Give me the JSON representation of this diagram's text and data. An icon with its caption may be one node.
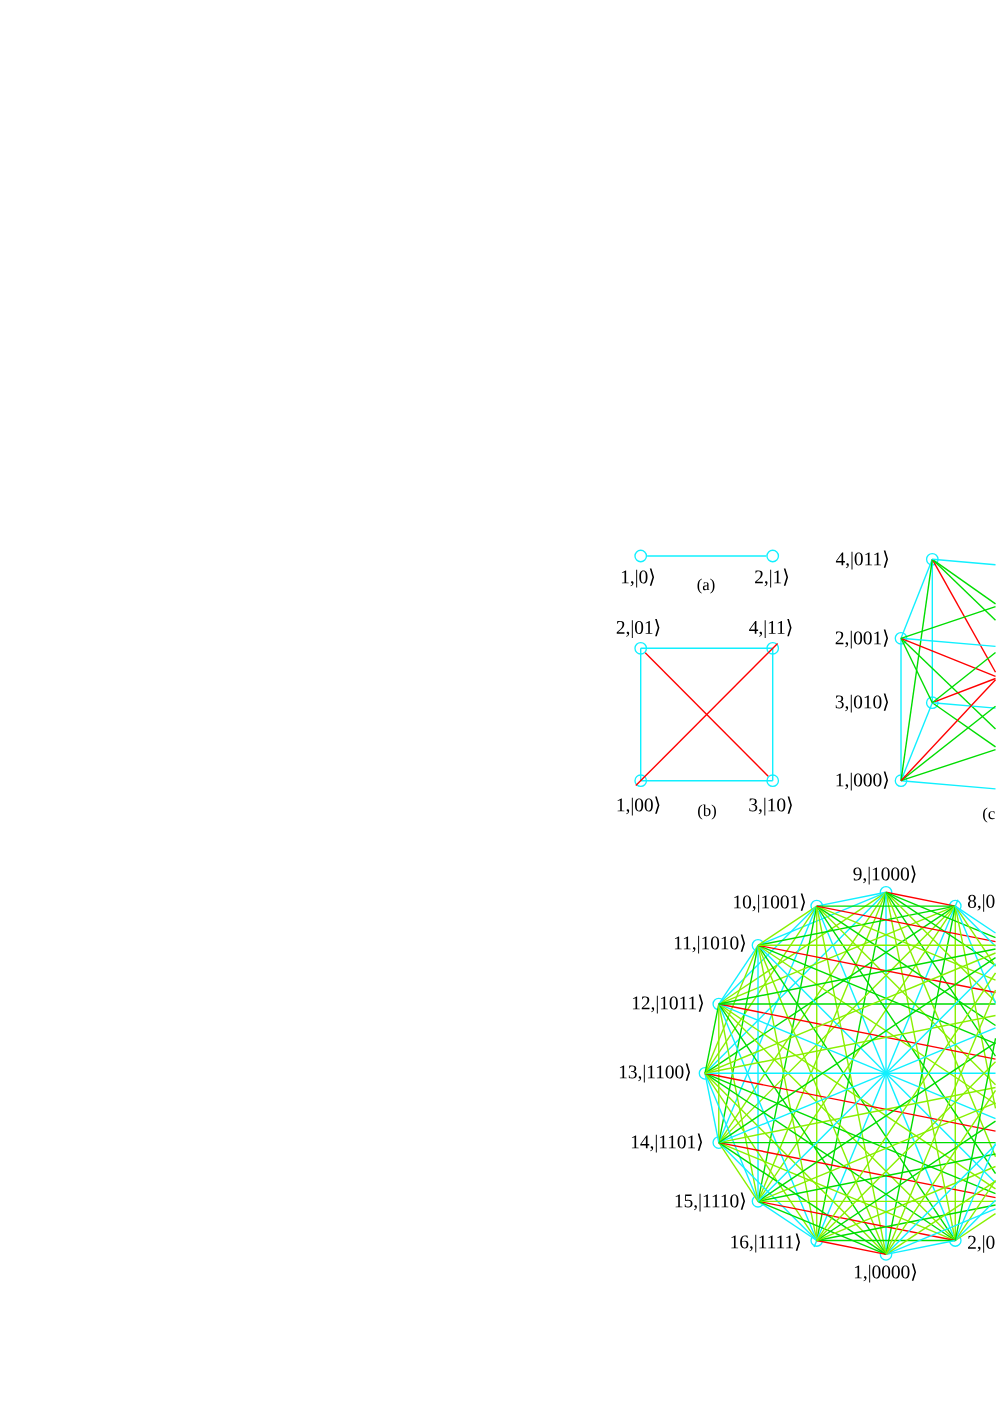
{
  "diagram": {
    "nodes": [
      {
        "text": [],
        "shape": "circle",
        "beside": [
          "1,|0⟩"
        ]
      },
      {
        "text": [],
        "shape": "circle",
        "beside": [
          "2,|1⟩"
        ]
      },
      {
        "text": [],
        "shape": "circle",
        "beside": [
          "2,|01⟩"
        ]
      },
      {
        "text": [],
        "shape": "circle",
        "beside": [
          "4,|11⟩"
        ]
      },
      {
        "text": [],
        "shape": "circle",
        "beside": [
          "1,|00⟩"
        ]
      },
      {
        "text": [],
        "shape": "circle",
        "beside": [
          "3,|10⟩"
        ]
      },
      {
        "text": [],
        "shape": "circle",
        "beside": [
          "4,|011⟩"
        ]
      },
      {
        "text": [],
        "shape": "circle",
        "beside": [
          "2,|001⟩"
        ]
      },
      {
        "text": [],
        "shape": "circle",
        "beside": [
          "3,|010⟩"
        ]
      },
      {
        "text": [],
        "shape": "circle",
        "beside": [
          "1,|000⟩"
        ]
      },
      {
        "text": [],
        "shape": "circle",
        "beside": [
          "9,|1000⟩"
        ]
      },
      {
        "text": [],
        "shape": "circle",
        "beside": [
          "10,|1001⟩"
        ]
      },
      {
        "text": [],
        "shape": "circle",
        "beside": [
          "8,|0"
        ]
      },
      {
        "text": [],
        "shape": "circle",
        "beside": [
          "11,|1010⟩"
        ]
      },
      {
        "text": [],
        "shape": "circle",
        "beside": [
          "12,|1011⟩"
        ]
      },
      {
        "text": [],
        "shape": "circle",
        "beside": [
          "13,|1100⟩"
        ]
      },
      {
        "text": [],
        "shape": "circle",
        "beside": [
          "14,|1101⟩"
        ]
      },
      {
        "text": [],
        "shape": "circle",
        "beside": [
          "15,|1110⟩"
        ]
      },
      {
        "text": [],
        "shape": "circle",
        "beside": [
          "16,|1111⟩"
        ]
      },
      {
        "text": [],
        "shape": "circle",
        "beside": [
          "2,|0"
        ]
      },
      {
        "text": [],
        "shape": "circle",
        "beside": [
          "1,|0000⟩"
        ]
      }
    ],
    "edges": [
      {
        "from": 0,
        "to": 1,
        "arrow": "none",
        "color": "#10f0ff"
      },
      {
        "from": 2,
        "to": 3,
        "arrow": "none",
        "color": "#10f0ff"
      },
      {
        "from": 2,
        "to": 4,
        "arrow": "none",
        "color": "#10f0ff"
      },
      {
        "from": 3,
        "to": 5,
        "arrow": "none",
        "color": "#10f0ff"
      },
      {
        "from": 4,
        "to": 5,
        "arrow": "none",
        "color": "#10f0ff"
      },
      {
        "from": 2,
        "to": 5,
        "arrow": "none",
        "color": "#ff0000"
      },
      {
        "from": 3,
        "to": 4,
        "arrow": "none",
        "color": "#ff0000"
      },
      {
        "from": 6,
        "to": 7,
        "arrow": "none",
        "color": "#10f0ff"
      },
      {
        "from": 6,
        "to": 8,
        "arrow": "none",
        "color": "#10f0ff"
      },
      {
        "from": 7,
        "to": 9,
        "arrow": "none",
        "color": "#10f0ff"
      },
      {
        "from": 8,
        "to": 9,
        "arrow": "none",
        "color": "#10f0ff"
      },
      {
        "from": 6,
        "to": 9,
        "arrow": "none",
        "color": "#00dd00"
      },
      {
        "from": 7,
        "to": 8,
        "arrow": "none",
        "color": "#00dd00"
      },
      {
        "from": 6,
        "to": null,
        "arrow": "none",
        "color": "#ff0000"
      },
      {
        "from": 6,
        "to": null,
        "arrow": "none",
        "color": "#00dd00"
      },
      {
        "from": 6,
        "to": null,
        "arrow": "none",
        "color": "#00dd00"
      },
      {
        "from": 6,
        "to": null,
        "arrow": "none",
        "color": "#10f0ff"
      },
      {
        "from": 7,
        "to": null,
        "arrow": "none",
        "color": "#00dd00"
      },
      {
        "from": 7,
        "to": null,
        "arrow": "none",
        "color": "#10f0ff"
      },
      {
        "from": 7,
        "to": null,
        "arrow": "none",
        "color": "#ff0000"
      },
      {
        "from": 7,
        "to": null,
        "arrow": "none",
        "color": "#00dd00"
      },
      {
        "from": 8,
        "to": null,
        "arrow": "none",
        "color": "#00dd00"
      },
      {
        "from": 8,
        "to": null,
        "arrow": "none",
        "color": "#ff0000"
      },
      {
        "from": 8,
        "to": null,
        "arrow": "none",
        "color": "#10f0ff"
      },
      {
        "from": 8,
        "to": null,
        "arrow": "none",
        "color": "#00dd00"
      },
      {
        "from": 9,
        "to": null,
        "arrow": "none",
        "color": "#10f0ff"
      },
      {
        "from": 9,
        "to": null,
        "arrow": "none",
        "color": "#00dd00"
      },
      {
        "from": 9,
        "to": null,
        "arrow": "none",
        "color": "#00dd00"
      },
      {
        "from": 9,
        "to": null,
        "arrow": "none",
        "color": "#ff0000"
      },
      {
        "from": 10,
        "to": 11,
        "arrow": "none",
        "color": "#10f0ff"
      },
      {
        "from": 10,
        "to": 12,
        "arrow": "none",
        "color": "#ff0000"
      },
      {
        "from": 10,
        "to": 13,
        "arrow": "none",
        "color": "#10f0ff"
      },
      {
        "from": 10,
        "to": 14,
        "arrow": "none"
      },
      {
        "from": 10,
        "to": 15,
        "arrow": "none",
        "color": "#10f0ff"
      },
      {
        "from": 10,
        "to": 16,
        "arrow": "none"
      },
      {
        "from": 10,
        "to": 17,
        "arrow": "none"
      },
      {
        "from": 10,
        "to": 18,
        "arrow": "none",
        "color": "#00dd00"
      },
      {
        "from": 10,
        "to": 19,
        "arrow": "none"
      },
      {
        "from": 10,
        "to": 20,
        "arrow": "none",
        "color": "#10f0ff"
      },
      {
        "from": 11,
        "to": 12,
        "arrow": "none",
        "color": "#00dd00"
      },
      {
        "from": 11,
        "to": 13,
        "arrow": "none"
      },
      {
        "from": 11,
        "to": 14,
        "arrow": "none",
        "color": "#10f0ff"
      },
      {
        "from": 11,
        "to": 15,
        "arrow": "none"
      },
      {
        "from": 11,
        "to": 16,
        "arrow": "none",
        "color": "#10f0ff"
      },
      {
        "from": 11,
        "to": 17,
        "arrow": "none",
        "color": "#00dd00"
      },
      {
        "from": 11,
        "to": 18,
        "arrow": "none"
      },
      {
        "from": 11,
        "to": 19,
        "arrow": "none",
        "color": "#10f0ff"
      },
      {
        "from": 11,
        "to": 20,
        "arrow": "none"
      },
      {
        "from": 12,
        "to": 13,
        "arrow": "none",
        "color": "#00dd00"
      },
      {
        "from": 12,
        "to": 14,
        "arrow": "none"
      },
      {
        "from": 12,
        "to": 15,
        "arrow": "none",
        "color": "#00dd00"
      },
      {
        "from": 12,
        "to": 16,
        "arrow": "none"
      },
      {
        "from": 12,
        "to": 17,
        "arrow": "none"
      },
      {
        "from": 12,
        "to": 18,
        "arrow": "none",
        "color": "#10f0ff"
      },
      {
        "from": 12,
        "to": 19,
        "arrow": "none"
      },
      {
        "from": 12,
        "to": 20,
        "arrow": "none",
        "color": "#00dd00"
      },
      {
        "from": 13,
        "to": 14,
        "arrow": "none",
        "color": "#10f0ff"
      },
      {
        "from": 13,
        "to": 15,
        "arrow": "none"
      },
      {
        "from": 13,
        "to": 16,
        "arrow": "none",
        "color": "#00dd00"
      },
      {
        "from": 13,
        "to": 17,
        "arrow": "none",
        "color": "#10f0ff"
      },
      {
        "from": 13,
        "to": 18,
        "arrow": "none"
      },
      {
        "from": 13,
        "to": 19,
        "arrow": "none",
        "color": "#00dd00"
      },
      {
        "from": 13,
        "to": 20,
        "arrow": "none"
      },
      {
        "from": 14,
        "to": 15,
        "arrow": "none",
        "color": "#00dd00"
      },
      {
        "from": 14,
        "to": 16,
        "arrow": "none"
      },
      {
        "from": 14,
        "to": 17,
        "arrow": "none"
      },
      {
        "from": 14,
        "to": 18,
        "arrow": "none",
        "color": "#10f0ff"
      },
      {
        "from": 14,
        "to": 19,
        "arrow": "none"
      },
      {
        "from": 14,
        "to": 20,
        "arrow": "none",
        "color": "#00dd00"
      },
      {
        "from": 15,
        "to": 16,
        "arrow": "none",
        "color": "#10f0ff"
      },
      {
        "from": 15,
        "to": 17,
        "arrow": "none",
        "color": "#10f0ff"
      },
      {
        "from": 15,
        "to": 18,
        "arrow": "none"
      },
      {
        "from": 15,
        "to": 19,
        "arrow": "none",
        "color": "#00dd00"
      },
      {
        "from": 15,
        "to": 20,
        "arrow": "none"
      },
      {
        "from": 16,
        "to": 17,
        "arrow": "none"
      },
      {
        "from": 16,
        "to": 18,
        "arrow": "none",
        "color": "#10f0ff"
      },
      {
        "from": 16,
        "to": 19,
        "arrow": "none"
      },
      {
        "from": 16,
        "to": 20,
        "arrow": "none",
        "color": "#00dd00"
      },
      {
        "from": 17,
        "to": 18,
        "arrow": "none",
        "color": "#10f0ff"
      },
      {
        "from": 17,
        "to": 19,
        "arrow": "none",
        "color": "#ff0000"
      },
      {
        "from": 17,
        "to": 20,
        "arrow": "none",
        "color": "#00dd00"
      },
      {
        "from": 18,
        "to": 19,
        "arrow": "none",
        "color": "#00dd00"
      },
      {
        "from": 18,
        "to": 20,
        "arrow": "none",
        "color": "#ff0000"
      },
      {
        "from": 19,
        "to": 20,
        "arrow": "none",
        "color": "#10f0ff"
      },
      {
        "from": 10,
        "to": null,
        "arrow": "none"
      },
      {
        "from": 10,
        "to": null,
        "arrow": "none",
        "color": "#00dd00"
      },
      {
        "from": 10,
        "to": null,
        "arrow": "none"
      },
      {
        "from": 10,
        "to": null,
        "arrow": "none",
        "color": "#00dd00"
      },
      {
        "from": 10,
        "to": null,
        "arrow": "none",
        "color": "#00dd00"
      },
      {
        "from": 11,
        "to": null,
        "arrow": "none",
        "color": "#00dd00"
      },
      {
        "from": 11,
        "to": null,
        "arrow": "none"
      },
      {
        "from": 11,
        "to": null,
        "arrow": "none",
        "color": "#00dd00"
      },
      {
        "from": 11,
        "to": null,
        "arrow": "none"
      },
      {
        "from": 11,
        "to": null,
        "arrow": "none",
        "color": "#ff0000"
      },
      {
        "from": 12,
        "to": null,
        "arrow": "none"
      },
      {
        "from": 12,
        "to": null,
        "arrow": "none",
        "color": "#10f0ff"
      },
      {
        "from": 12,
        "to": null,
        "arrow": "none"
      },
      {
        "from": 12,
        "to": null,
        "arrow": "none",
        "color": "#10f0ff"
      },
      {
        "from": 12,
        "to": null,
        "arrow": "none",
        "color": "#10f0ff"
      },
      {
        "from": 13,
        "to": null,
        "arrow": "none",
        "color": "#10f0ff"
      },
      {
        "from": 13,
        "to": null,
        "arrow": "none"
      },
      {
        "from": 13,
        "to": null,
        "arrow": "none",
        "color": "#00dd00"
      },
      {
        "from": 13,
        "to": null,
        "arrow": "none",
        "color": "#ff0000"
      },
      {
        "from": 13,
        "to": null,
        "arrow": "none"
      },
      {
        "from": 14,
        "to": null,
        "arrow": "none"
      },
      {
        "from": 14,
        "to": null,
        "arrow": "none",
        "color": "#10f0ff"
      },
      {
        "from": 14,
        "to": null,
        "arrow": "none",
        "color": "#ff0000"
      },
      {
        "from": 14,
        "to": null,
        "arrow": "none",
        "color": "#00dd00"
      },
      {
        "from": 14,
        "to": null,
        "arrow": "none",
        "color": "#00dd00"
      },
      {
        "from": 15,
        "to": null,
        "arrow": "none",
        "color": "#00dd00"
      },
      {
        "from": 15,
        "to": null,
        "arrow": "none",
        "color": "#ff0000"
      },
      {
        "from": 15,
        "to": null,
        "arrow": "none",
        "color": "#10f0ff"
      },
      {
        "from": 15,
        "to": null,
        "arrow": "none"
      },
      {
        "from": 15,
        "to": null,
        "arrow": "none"
      },
      {
        "from": 16,
        "to": null,
        "arrow": "none",
        "color": "#ff0000"
      },
      {
        "from": 16,
        "to": null,
        "arrow": "none",
        "color": "#00dd00"
      },
      {
        "from": 16,
        "to": null,
        "arrow": "none"
      },
      {
        "from": 16,
        "to": null,
        "arrow": "none",
        "color": "#10f0ff"
      },
      {
        "from": 16,
        "to": null,
        "arrow": "none",
        "color": "#00dd00"
      },
      {
        "from": 17,
        "to": null,
        "arrow": "none"
      },
      {
        "from": 17,
        "to": null,
        "arrow": "none",
        "color": "#00dd00"
      },
      {
        "from": 17,
        "to": null,
        "arrow": "none"
      },
      {
        "from": 17,
        "to": null,
        "arrow": "none",
        "color": "#00dd00"
      },
      {
        "from": 17,
        "to": null,
        "arrow": "none",
        "color": "#10f0ff"
      },
      {
        "from": 18,
        "to": null,
        "arrow": "none",
        "color": "#00dd00"
      },
      {
        "from": 18,
        "to": null,
        "arrow": "none"
      },
      {
        "from": 18,
        "to": null,
        "arrow": "none",
        "color": "#00dd00"
      },
      {
        "from": 18,
        "to": null,
        "arrow": "none"
      },
      {
        "from": 18,
        "to": null,
        "arrow": "none"
      },
      {
        "from": 19,
        "to": null,
        "arrow": "none"
      },
      {
        "from": 19,
        "to": null,
        "arrow": "none",
        "color": "#10f0ff"
      },
      {
        "from": 19,
        "to": null,
        "arrow": "none"
      },
      {
        "from": 19,
        "to": null,
        "arrow": "none",
        "color": "#10f0ff"
      },
      {
        "from": 19,
        "to": null,
        "arrow": "none",
        "color": "#00dd00"
      },
      {
        "from": 20,
        "to": null,
        "arrow": "none",
        "color": "#10f0ff"
      },
      {
        "from": 20,
        "to": null,
        "arrow": "none"
      },
      {
        "from": 20,
        "to": null,
        "arrow": "none",
        "color": "#10f0ff"
      },
      {
        "from": 20,
        "to": null,
        "arrow": "none"
      },
      {
        "from": 20,
        "to": null,
        "arrow": "none"
      }
    ],
    "labels": [
      "(a)",
      "(b)",
      "(c"
    ]
  }
}
